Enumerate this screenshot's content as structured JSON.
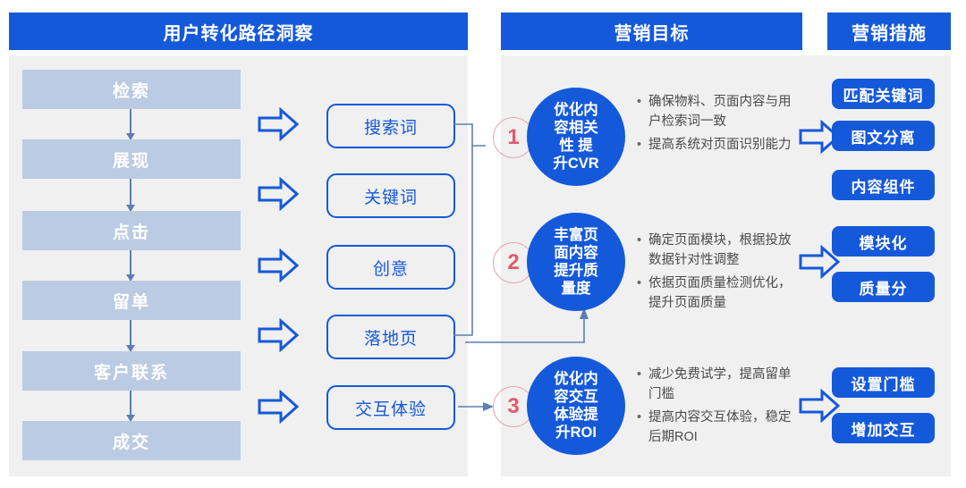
{
  "headers": {
    "funnel": "用户转化路径洞察",
    "goal": "营销目标",
    "measure": "营销措施"
  },
  "funnel": {
    "stages": [
      {
        "label": "检索"
      },
      {
        "label": "展现"
      },
      {
        "label": "点击"
      },
      {
        "label": "留单"
      },
      {
        "label": "客户联系"
      },
      {
        "label": "成交"
      }
    ],
    "tags": [
      {
        "label": "搜索词"
      },
      {
        "label": "关键词"
      },
      {
        "label": "创意"
      },
      {
        "label": "落地页"
      },
      {
        "label": "交互体验"
      }
    ],
    "arrow_icon": "right-block-arrow-icon",
    "flow_icon": "down-arrow-icon"
  },
  "goals": [
    {
      "number": "1",
      "title": "优化内容相关性 提升CVR",
      "title_lines": [
        "优化内",
        "容相关",
        "性 提",
        "升CVR"
      ],
      "bullets": [
        "确保物料、页面内容与用户检索词一致",
        "提高系统对页面识别能力"
      ],
      "arrow_icon": "right-block-arrow-icon",
      "measures": [
        "匹配关键词",
        "图文分离",
        "内容组件"
      ]
    },
    {
      "number": "2",
      "title": "丰富页面内容提升质量度",
      "title_lines": [
        "丰富页",
        "面内容",
        "提升质",
        "量度"
      ],
      "bullets": [
        "确定页面模块，根据投放数据针对性调整",
        "依据页面质量检测优化，提升页面质量"
      ],
      "arrow_icon": "right-block-arrow-icon",
      "measures": [
        "模块化",
        "质量分"
      ]
    },
    {
      "number": "3",
      "title": "优化内容交互体验提升ROI",
      "title_lines": [
        "优化内",
        "容交互",
        "体验提",
        "升ROI"
      ],
      "bullets": [
        "减少免费试学，提高留单门槛",
        "提高内容交互体验，稳定后期ROI"
      ],
      "arrow_icon": "right-block-arrow-icon",
      "measures": [
        "设置门槛",
        "增加交互"
      ]
    }
  ],
  "colors": {
    "brand_blue": "#1559DB",
    "funnel_box": "#bbcbe3",
    "panel_grey": "#f0f0f0",
    "accent_pink": "#e05a6e",
    "connector_blue": "#5b7fb5",
    "body_text": "#4a4a4a"
  }
}
